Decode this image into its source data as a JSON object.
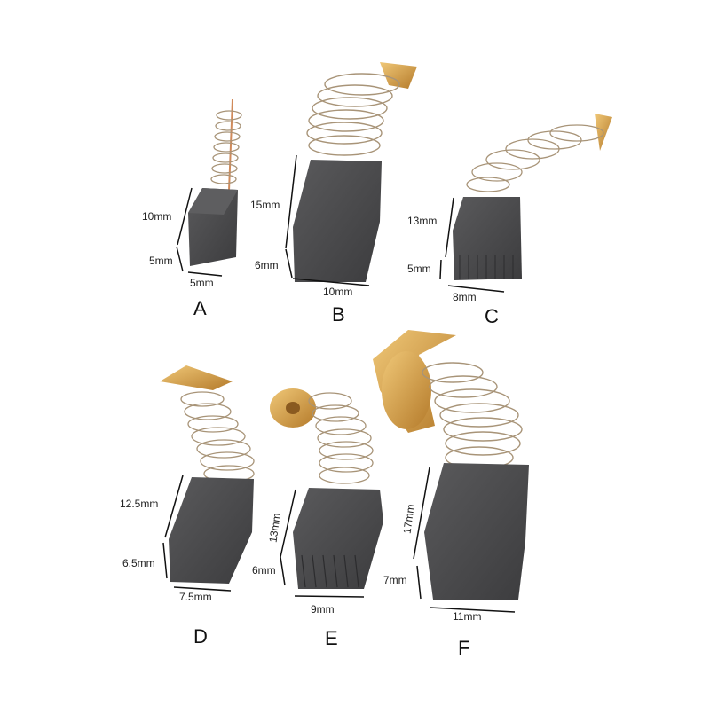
{
  "image": {
    "description": "Six carbon brushes with springs and copper terminals, labelled A-F with dimensions",
    "background": "#ffffff",
    "colors": {
      "carbon": "#4a4a4c",
      "carbon_dark": "#3a3a3c",
      "spring": "#b8a58c",
      "copper": "#d9a24a"
    }
  },
  "brushes": [
    {
      "id": "A",
      "height_label": "10mm",
      "depth_label": "5mm",
      "width_label": "5mm"
    },
    {
      "id": "B",
      "height_label": "15mm",
      "depth_label": "6mm",
      "width_label": "10mm"
    },
    {
      "id": "C",
      "height_label": "13mm",
      "depth_label": "5mm",
      "width_label": "8mm"
    },
    {
      "id": "D",
      "height_label": "12.5mm",
      "depth_label": "6.5mm",
      "width_label": "7.5mm"
    },
    {
      "id": "E",
      "height_label": "13mm",
      "depth_label": "6mm",
      "width_label": "9mm"
    },
    {
      "id": "F",
      "height_label": "17mm",
      "depth_label": "7mm",
      "width_label": "11mm"
    }
  ]
}
